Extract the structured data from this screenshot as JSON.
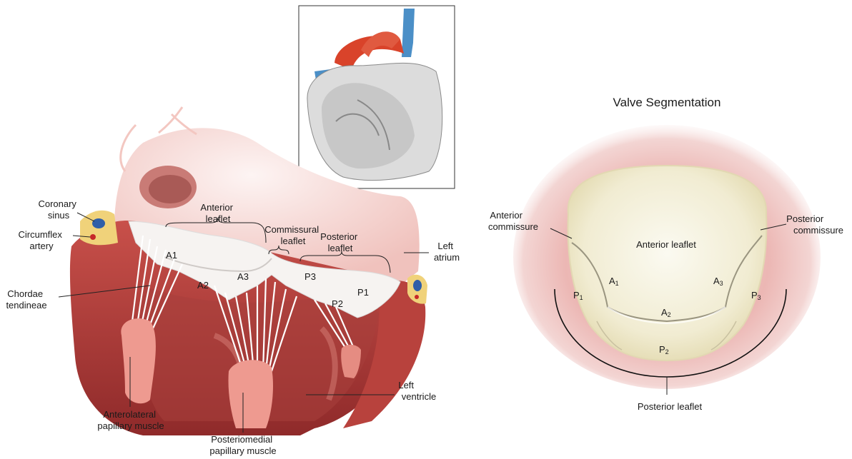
{
  "left_diagram": {
    "labels": {
      "coronary_sinus": [
        "Coronary",
        "sinus"
      ],
      "circumflex_artery": [
        "Circumflex",
        "artery"
      ],
      "chordae_tendineae": [
        "Chordae",
        "tendineae"
      ],
      "anterior_leaflet": [
        "Anterior",
        "leaflet"
      ],
      "commissural_leaflet": [
        "Commissural",
        "leaflet"
      ],
      "posterior_leaflet": [
        "Posterior",
        "leaflet"
      ],
      "left_atrium": [
        "Left",
        "atrium"
      ],
      "left_ventricle": [
        "Left",
        "ventricle"
      ],
      "anterolateral_papillary_muscle": [
        "Anterolateral",
        "papillary muscle"
      ],
      "posteriomedial_papillary_muscle": [
        "Posteriomedial",
        "papillary muscle"
      ]
    },
    "segments": [
      "A1",
      "A2",
      "A3",
      "P3",
      "P2",
      "P1"
    ]
  },
  "right_diagram": {
    "title": "Valve Segmentation",
    "labels": {
      "anterior_commissure": [
        "Anterior",
        "commissure"
      ],
      "posterior_commissure": [
        "Posterior",
        "commissure"
      ],
      "anterior_leaflet": "Anterior leaflet",
      "posterior_leaflet": "Posterior leaflet"
    },
    "segments": {
      "a1": {
        "letter": "A",
        "sub": "1"
      },
      "a2": {
        "letter": "A",
        "sub": "2"
      },
      "a3": {
        "letter": "A",
        "sub": "3"
      },
      "p1": {
        "letter": "P",
        "sub": "1"
      },
      "p2": {
        "letter": "P",
        "sub": "2"
      },
      "p3": {
        "letter": "P",
        "sub": "3"
      }
    }
  },
  "colors": {
    "muscle": "#b73a3a",
    "muscle_light": "#e9a7a0",
    "atrium_pink": "#f3cfcb",
    "leaflet_white": "#f4f1ef",
    "fat_yellow": "#f0d27a",
    "vessel_blue": "#3b6fb3",
    "aorta_red": "#d9432a",
    "valve_cream": "#f3efd9"
  }
}
